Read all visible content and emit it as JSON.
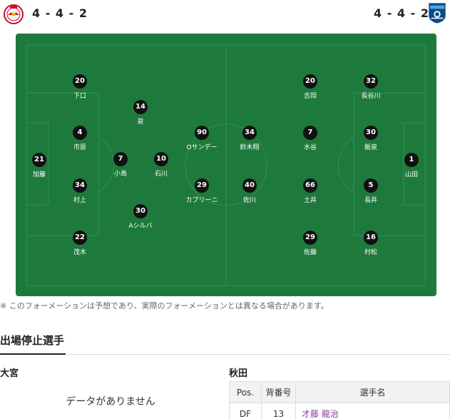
{
  "formation": {
    "home": {
      "label": "4 - 4 - 2",
      "logo": "rb-omiya-crest-icon"
    },
    "away": {
      "label": "4 - 4 - 2",
      "logo": "blaublitz-akita-crest-icon"
    }
  },
  "colors": {
    "pitch": "#1e7a3c",
    "lines": "#2e8b4c",
    "player_badge": "#111111",
    "player_name_link": "#8a3ea0"
  },
  "home_players": [
    {
      "number": "21",
      "name": "加藤"
    },
    {
      "number": "20",
      "name": "下口"
    },
    {
      "number": "4",
      "name": "市原"
    },
    {
      "number": "34",
      "name": "村上"
    },
    {
      "number": "22",
      "name": "茂木"
    },
    {
      "number": "14",
      "name": "泉"
    },
    {
      "number": "7",
      "name": "小島"
    },
    {
      "number": "10",
      "name": "石川"
    },
    {
      "number": "30",
      "name": "Aシルバ"
    },
    {
      "number": "90",
      "name": "Oサンデー"
    },
    {
      "number": "29",
      "name": "カプリーニ"
    }
  ],
  "away_players": [
    {
      "number": "34",
      "name": "鈴木翔"
    },
    {
      "number": "40",
      "name": "佐川"
    },
    {
      "number": "20",
      "name": "吉岡"
    },
    {
      "number": "7",
      "name": "水谷"
    },
    {
      "number": "66",
      "name": "土井"
    },
    {
      "number": "29",
      "name": "佐藤"
    },
    {
      "number": "32",
      "name": "長谷川"
    },
    {
      "number": "30",
      "name": "飯泉"
    },
    {
      "number": "5",
      "name": "長井"
    },
    {
      "number": "16",
      "name": "村松"
    },
    {
      "number": "1",
      "name": "山田"
    }
  ],
  "note": "※ このフォーメーションは予想であり、実際のフォーメーションとは異なる場合があります。",
  "suspension": {
    "title": "出場停止選手",
    "home": {
      "team": "大宮",
      "empty_text": "データがありません"
    },
    "away": {
      "team": "秋田",
      "headers": [
        "Pos.",
        "背番号",
        "選手名"
      ],
      "rows": [
        {
          "pos": "DF",
          "number": "13",
          "name": "才藤 龍治"
        }
      ]
    }
  }
}
